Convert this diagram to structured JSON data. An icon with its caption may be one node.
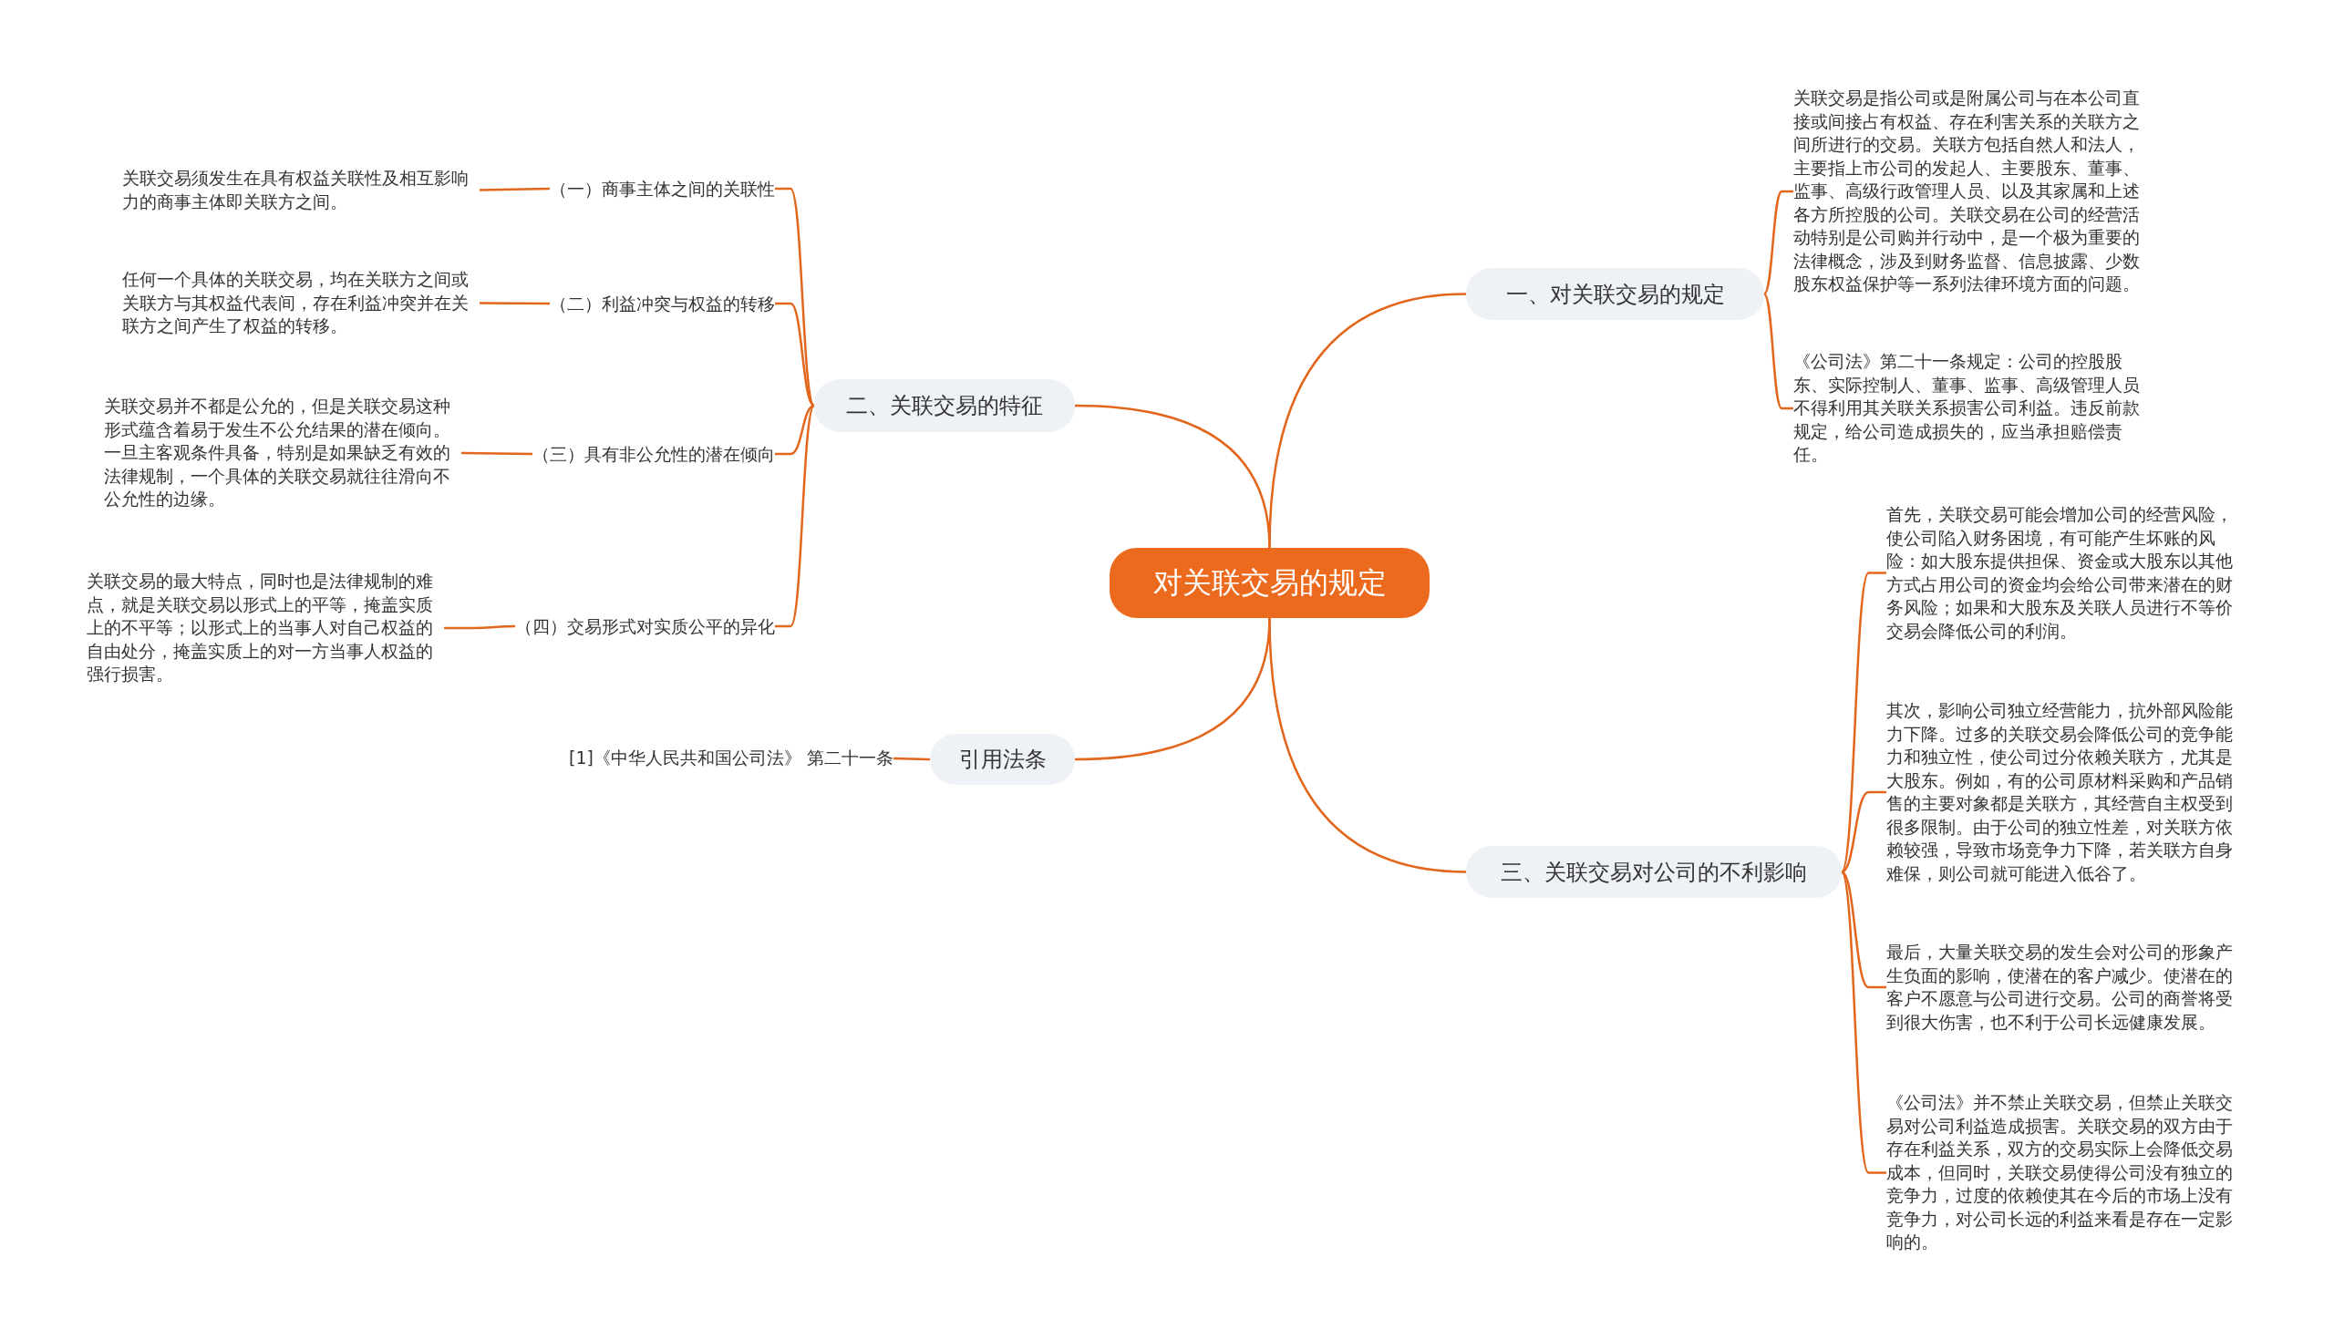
{
  "diagram": {
    "nodes": [
      {
        "text": [
          "对关联交易的规定"
        ]
      },
      {
        "text": [
          "一、对关联交易的规定"
        ]
      },
      {
        "text": [
          "关联交易是指公司或是附属公司与在本公司直接或间接占有权益、存在利害关系的关联方之间所进行的交易。关联方包括自然人和法人，主要指上市公司的发起人、主要股东、董事、监事、高级行政管理人员、以及其家属和上述各方所控股的公司。关联交易在公司的经营活动特别是公司购并行动中，是一个极为重要的法律概念，涉及到财务监督、信息披露、少数股东权益保护等一系列法律环境方面的问题。"
        ]
      },
      {
        "text": [
          "《公司法》第二十一条规定：公司的控股股东、实际控制人、董事、监事、高级管理人员不得利用其关联关系损害公司利益。违反前款规定，给公司造成损失的，应当承担赔偿责任。"
        ]
      },
      {
        "text": [
          "二、关联交易的特征"
        ]
      },
      {
        "text": [
          "（一）商事主体之间的关联性"
        ]
      },
      {
        "text": [
          "关联交易须发生在具有权益关联性及相互影响力的商事主体即关联方之间。"
        ]
      },
      {
        "text": [
          "（二）利益冲突与权益的转移"
        ]
      },
      {
        "text": [
          "任何一个具体的关联交易，均在关联方之间或关联方与其权益代表间，存在利益冲突并在关联方之间产生了权益的转移。"
        ]
      },
      {
        "text": [
          "（三）具有非公允性的潜在倾向"
        ]
      },
      {
        "text": [
          "关联交易并不都是公允的，但是关联交易这种形式蕴含着易于发生不公允结果的潜在倾向。一旦主客观条件具备，特别是如果缺乏有效的法律规制，一个具体的关联交易就往往滑向不公允性的边缘。"
        ]
      },
      {
        "text": [
          "（四）交易形式对实质公平的异化"
        ]
      },
      {
        "text": [
          "关联交易的最大特点，同时也是法律规制的难点，就是关联交易以形式上的平等，掩盖实质上的不平等；以形式上的当事人对自己权益的自由处分，掩盖实质上的对一方当事人权益的强行损害。"
        ]
      },
      {
        "text": [
          "引用法条"
        ]
      },
      {
        "text": [
          "[1]《中华人民共和国公司法》 第二十一条"
        ]
      },
      {
        "text": [
          "三、关联交易对公司的不利影响"
        ]
      },
      {
        "text": [
          "首先，关联交易可能会增加公司的经营风险，使公司陷入财务困境，有可能产生坏账的风险：如大股东提供担保、资金或大股东以其他方式占用公司的资金均会给公司带来潜在的财务风险；如果和大股东及关联人员进行不等价交易会降低公司的利润。"
        ]
      },
      {
        "text": [
          "其次，影响公司独立经营能力，抗外部风险能力下降。过多的关联交易会降低公司的竞争能力和独立性，使公司过分依赖关联方，尤其是大股东。例如，有的公司原材料采购和产品销售的主要对象都是关联方，其经营自主权受到很多限制。由于公司的独立性差，对关联方依赖较强，导致市场竞争力下降，若关联方自身难保，则公司就可能进入低谷了。"
        ]
      },
      {
        "text": [
          "最后，大量关联交易的发生会对公司的形象产生负面的影响，使潜在的客户减少。使潜在的客户不愿意与公司进行交易。公司的商誉将受到很大伤害，也不利于公司长远健康发展。"
        ]
      },
      {
        "text": [
          "《公司法》并不禁止关联交易，但禁止关联交易对公司利益造成损害。关联交易的双方由于存在利益关系，双方的交易实际上会降低交易成本，但同时，关联交易使得公司没有独立的竞争力，过度的依赖使其在今后的市场上没有竞争力，对公司长远的利益来看是存在一定影响的。"
        ]
      }
    ],
    "edges": [
      {
        "from": 0,
        "to": 1,
        "arrow": "none"
      },
      {
        "from": 1,
        "to": 2,
        "arrow": "none"
      },
      {
        "from": 1,
        "to": 3,
        "arrow": "none"
      },
      {
        "from": 0,
        "to": 4,
        "arrow": "none"
      },
      {
        "from": 4,
        "to": 5,
        "arrow": "none"
      },
      {
        "from": 5,
        "to": 6,
        "arrow": "none"
      },
      {
        "from": 4,
        "to": 7,
        "arrow": "none"
      },
      {
        "from": 7,
        "to": 8,
        "arrow": "none"
      },
      {
        "from": 4,
        "to": 9,
        "arrow": "none"
      },
      {
        "from": 9,
        "to": 10,
        "arrow": "none"
      },
      {
        "from": 4,
        "to": 11,
        "arrow": "none"
      },
      {
        "from": 11,
        "to": 12,
        "arrow": "none"
      },
      {
        "from": 0,
        "to": 13,
        "arrow": "none"
      },
      {
        "from": 13,
        "to": 14,
        "arrow": "none"
      },
      {
        "from": 0,
        "to": 15,
        "arrow": "none"
      },
      {
        "from": 15,
        "to": 16,
        "arrow": "none"
      },
      {
        "from": 15,
        "to": 17,
        "arrow": "none"
      },
      {
        "from": 15,
        "to": 18,
        "arrow": "none"
      },
      {
        "from": 15,
        "to": 19,
        "arrow": "none"
      }
    ]
  }
}
